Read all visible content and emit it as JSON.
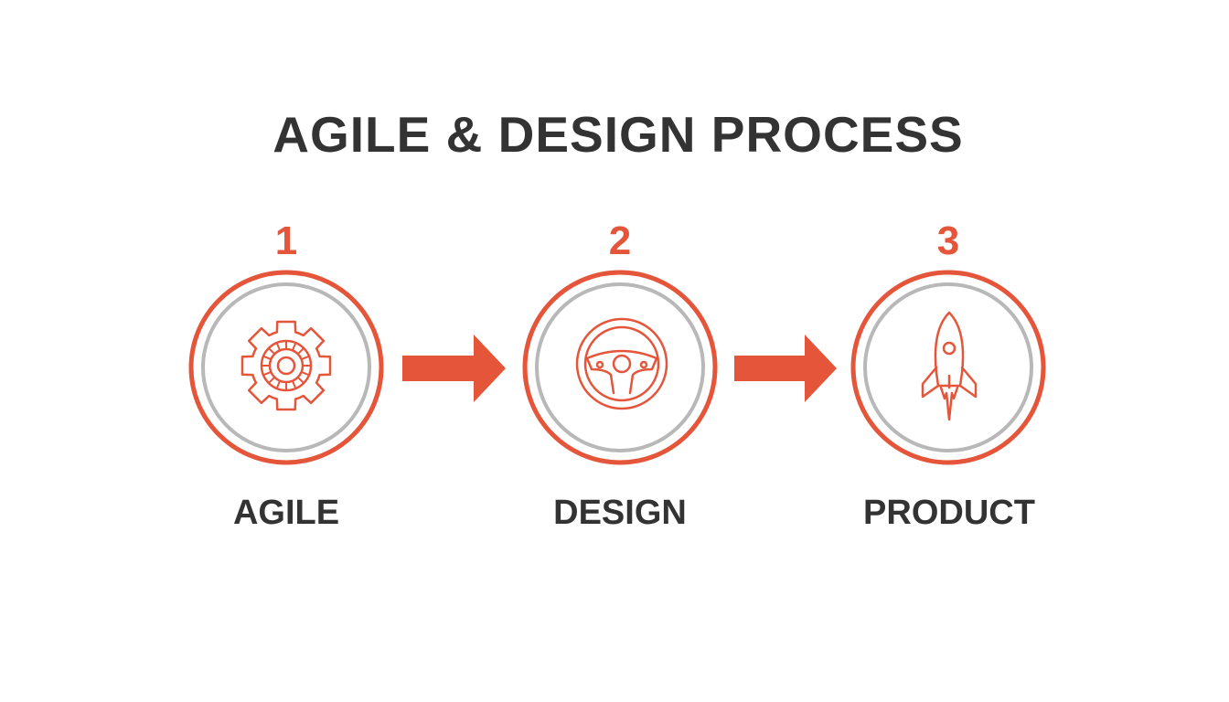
{
  "title": "AGILE & DESIGN PROCESS",
  "colors": {
    "accent": "#E5553A",
    "inner_ring": "#B8B8B8",
    "text": "#333333"
  },
  "steps": [
    {
      "number": "1",
      "label": "AGILE",
      "icon": "gear-icon"
    },
    {
      "number": "2",
      "label": "DESIGN",
      "icon": "steering-wheel-icon"
    },
    {
      "number": "3",
      "label": "PRODUCT",
      "icon": "rocket-icon"
    }
  ]
}
